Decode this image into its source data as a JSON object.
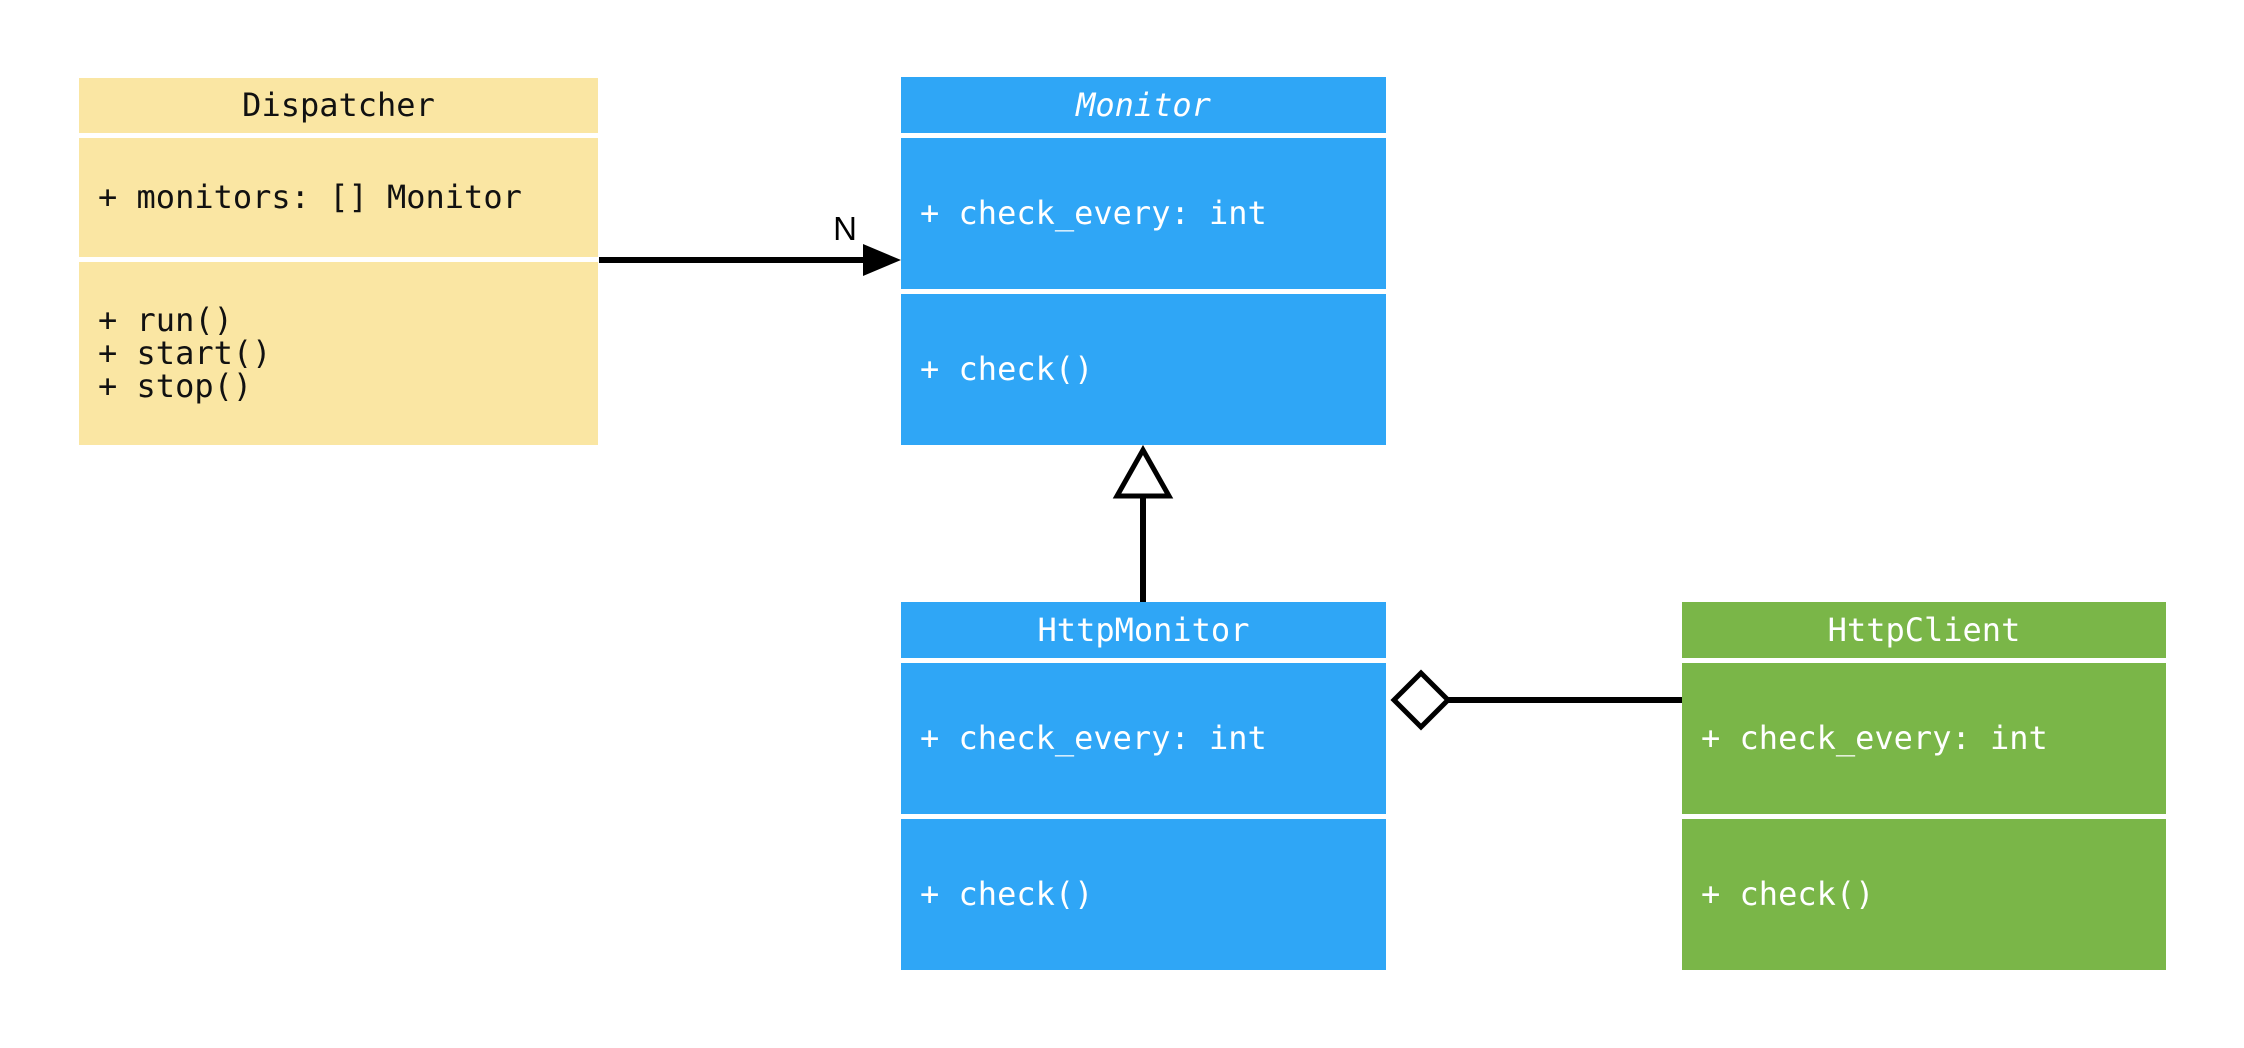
{
  "diagram": {
    "kind": "uml-class-diagram",
    "canvas_background": "#FFFFFF",
    "connector_color": "#000000",
    "shape_fill": "#FFFFFF",
    "classes": [
      {
        "name": "Dispatcher",
        "abstract": false,
        "fill": "#FAE6A3",
        "text_color": "#111111",
        "attributes": [
          "+ monitors: [] Monitor"
        ],
        "methods": [
          "+ run()",
          "+ start()",
          "+ stop()"
        ]
      },
      {
        "name": "Monitor",
        "abstract": true,
        "fill": "#2FA6F6",
        "text_color": "#FFFFFF",
        "attributes": [
          "+ check_every: int"
        ],
        "methods": [
          "+ check()"
        ]
      },
      {
        "name": "HttpMonitor",
        "abstract": false,
        "fill": "#2FA6F6",
        "text_color": "#FFFFFF",
        "attributes": [
          "+ check_every: int"
        ],
        "methods": [
          "+ check()"
        ]
      },
      {
        "name": "HttpClient",
        "abstract": false,
        "fill": "#7AB648",
        "text_color": "#FFFFFF",
        "attributes": [
          "+ check_every: int"
        ],
        "methods": [
          "+ check()"
        ]
      }
    ],
    "relations": [
      {
        "type": "directed-association",
        "from": "Dispatcher",
        "to": "Monitor",
        "multiplicity_label": "N"
      },
      {
        "type": "inheritance",
        "from": "HttpMonitor",
        "to": "Monitor"
      },
      {
        "type": "aggregation",
        "from": "HttpMonitor",
        "to": "HttpClient"
      }
    ]
  }
}
